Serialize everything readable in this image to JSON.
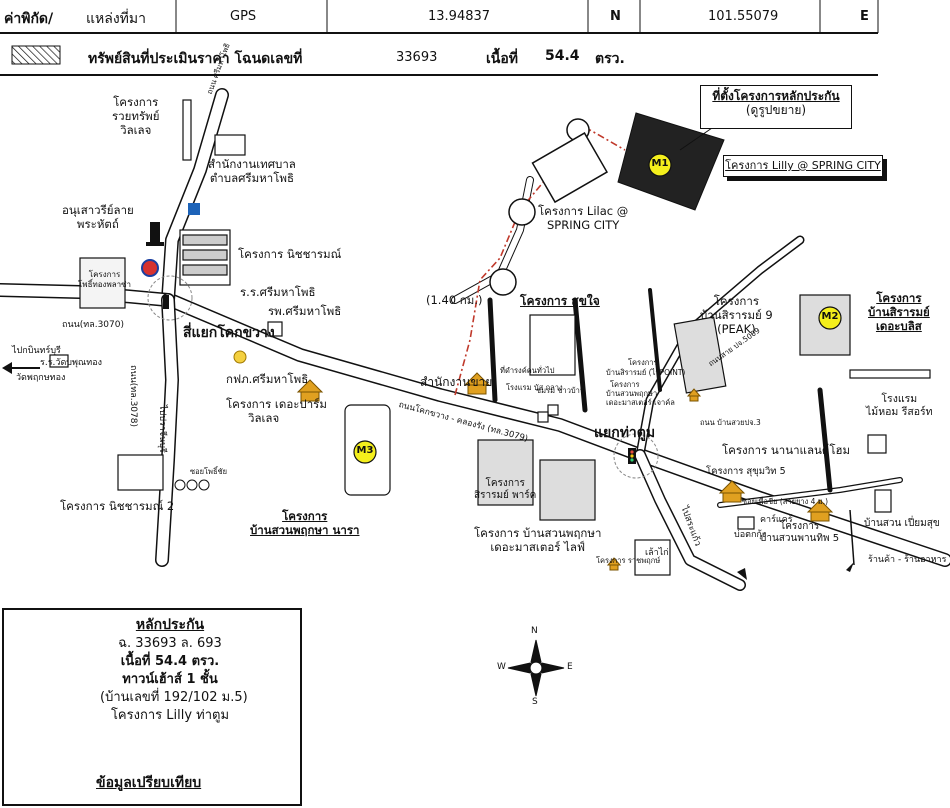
{
  "header": {
    "coord_label": "ค่าพิกัด/",
    "source_label": "แหล่งที่มา",
    "gps_label": "GPS",
    "lat_value": "13.94837",
    "lat_dir": "N",
    "lon_value": "101.55079",
    "lon_dir": "E",
    "asset_label": "ทรัพย์สินที่ประเมินราคา โฉนดเลขที่",
    "deed_no": "33693",
    "area_label": "เนื้อที่",
    "area_value": "54.4",
    "area_unit": "ตรว."
  },
  "markers": {
    "m1": "M1",
    "m2": "M2",
    "m3": "M3",
    "legend_m": "M"
  },
  "callouts": {
    "collateral_title": "ที่ตั้งโครงการหลักประกัน",
    "collateral_sub": "(ดูรูปขยาย)",
    "lilly_project": "โครงการ Lilly @ SPRING CITY"
  },
  "map_labels": {
    "ruay_1": "โครงการ",
    "ruay_2": "รวยทรัพย์",
    "ruay_3": "วิลเลจ",
    "municipal_1": "สำนักงานเทศบาล",
    "municipal_2": "ตำบลศรีมหาโพธิ",
    "monument_1": "อนุเสาวรีย์ลาย",
    "monument_2": "พระหัตถ์",
    "nitcharm_1": "โครงการ นิชชารมณ์",
    "school": "ร.ร.ศรีมหาโพธิ",
    "hospital": "รพ.ศรีมหาโพธิ",
    "phong_1": "โครงการ",
    "phong_2": "โพธิ์ทองพลาซ่า",
    "road_3070": "ถนน(ทล.3070)",
    "junction_kok": "สี่แยกโคกขวาง",
    "to_kabin": "ไปกบินทร์บุรี",
    "school_wat": "ร.ร.วัดบพุณทอง",
    "wat": "วัดพฤกษทอง",
    "road_3078": "ถนน(ทล.3078)",
    "to_prachin": "ไปปราจีนบุรี",
    "pea": "กฟภ.ศรีมหาโพธิ",
    "dreamy_1": "โครงการ เดอะปาร์ม",
    "dreamy_2": "วิลเลจ",
    "nitcharm_2": "โครงการ นิชชารมณ์ 2",
    "suan_1": "โครงการ",
    "suan_2": "บ้านสวนพฤกษา นารา",
    "lilac_1": "โครงการ Lilac @",
    "lilac_2": "SPRING CITY",
    "distance": "(1.40 กม.)",
    "sukjai": "โครงการ สุขใจ",
    "office": "สำนักงานขาย",
    "road_3079": "ถนนโคกขวาง - คลองรัง (ทล.3079)",
    "junction_tatoom": "แยกท่าตูม",
    "sirarom_1": "โครงการ",
    "sirarom_2": "สิรารมย์ พาร์ค",
    "pruksa_1": "โครงการ บ้านสวนพฤกษา",
    "pruksa_2": "เดอะมาสเตอร์ ไลฟ์",
    "sarom9_1": "โครงการ",
    "sarom9_2": "บ้านสิรารมย์ 9",
    "sarom9_3": "(PEAK)",
    "bliss_1": "โครงการ",
    "bliss_2": "บ้านสิรารมย์",
    "bliss_3": "เดอะบลิส",
    "hotel_1": "โรงแรม",
    "hotel_2": "ไม้หอม รีสอร์ท",
    "nana": "โครงการ นานาแลนด์โฮม",
    "sukhumvit": "โครงการ สุขุมวิท 5",
    "suanpan_1": "โครงการ",
    "suanpan_2": "บ้านสวนพานทิพ 5",
    "nuea": "บ้านสวน เปี่ยมสุข",
    "shop": "ร้านค้า - ร้านอาหาร",
    "chaokai": "เล้าไก่",
    "to_sakaeo": "ไปสระแก้ว",
    "bor_kung": "บ่อตกกุ้ง",
    "carcare": "คาร์แคร์",
    "small_1": "โครงการ",
    "small_2": "บ้านสิรารมย์ (ไว้POINT)",
    "small_3": "โครงการ",
    "small_4": "บ้านสวนพฤกษา",
    "small_5": "เดอะมาสเตอร์ เจาค์ล",
    "small_6": "ถนนสาย ปจ.5009",
    "small_7": "ถนน บ้านสวยปจ.3",
    "small_8": "ซอยเพื่อชีย (สายยาง 4 ม.)",
    "small_9": "โรงแรม บัส กลาง",
    "small_10": "ที่ดำรงค์คนทั่วไป",
    "small_11": "ถนน ศรีมหาโพธิ",
    "small_12": "ชมรม ชาวบ้าน",
    "small_13": "โครงการ ราชพฤกษ์",
    "small_14": "ซอยโพธิ์ชัย"
  },
  "legend": {
    "title": "หลักประกัน",
    "line1": "ฉ. 33693 ล. 693",
    "line2": "เนื้อที่ 54.4 ตรว.",
    "line3": "ทาวน์เฮ้าส์ 1 ชั้น",
    "line4": "(บ้านเลขที่ 192/102 ม.5)",
    "line5": "โครงการ Lilly ท่าตูม",
    "marker_text": "ข้อมูลเปรียบเทียบ"
  },
  "compass": {
    "n": "N",
    "s": "S",
    "e": "E",
    "w": "W"
  },
  "colors": {
    "marker_fill": "#f4ef1c",
    "route_red": "#c0392b",
    "house_fill": "#e0a020"
  }
}
